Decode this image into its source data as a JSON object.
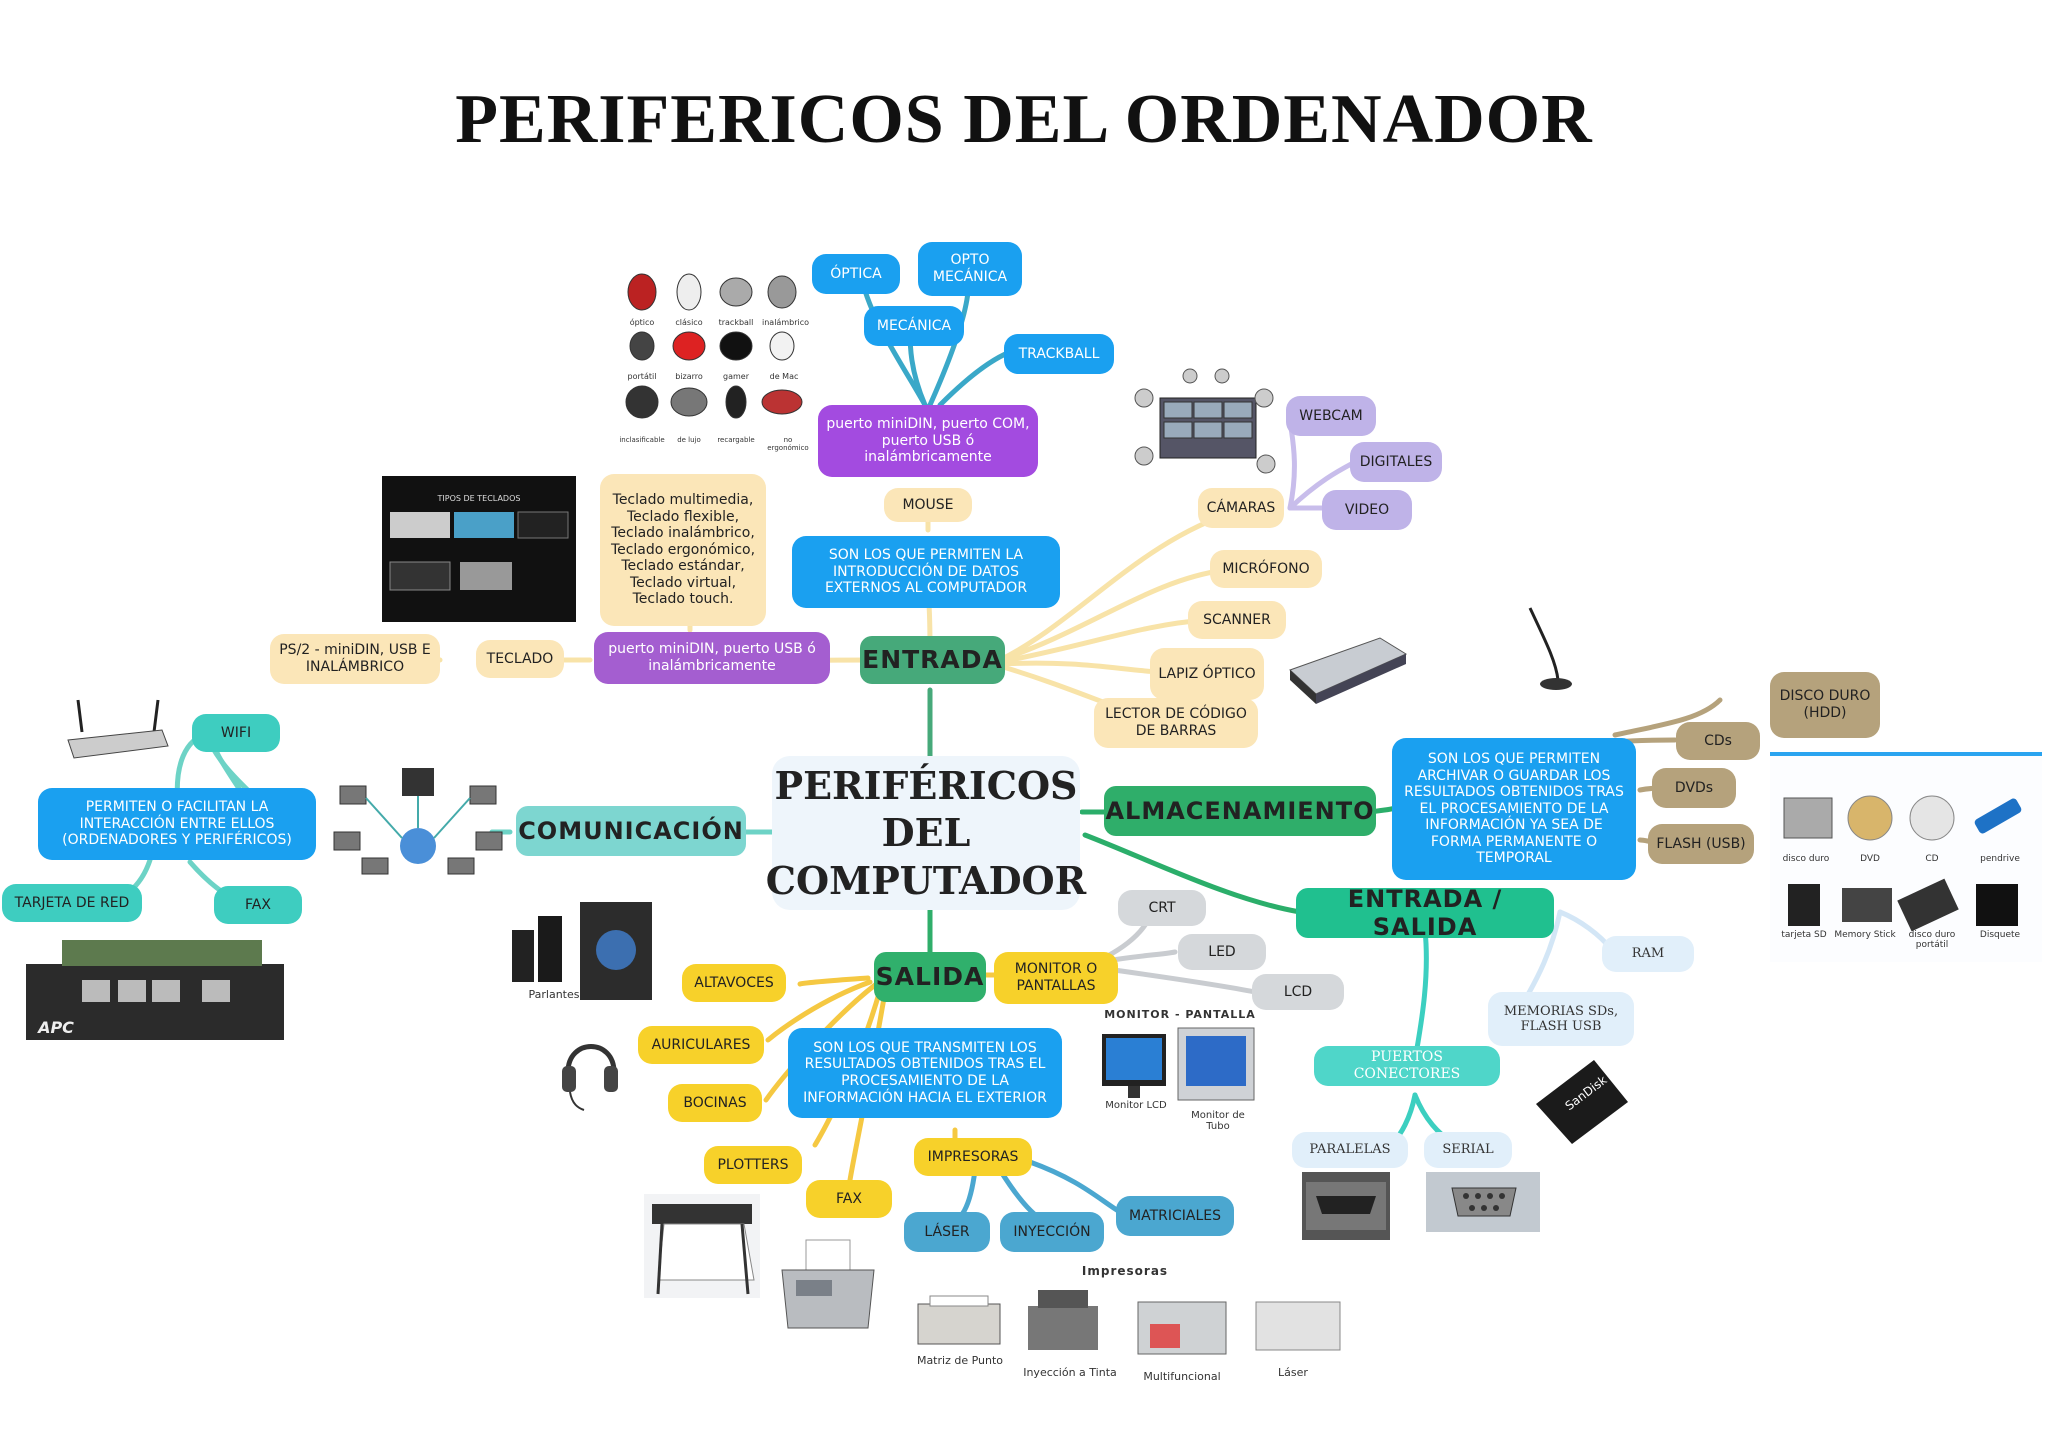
{
  "title": "PERIFERICOS DEL ORDENADOR",
  "center": {
    "line1": "PERIFÉRICOS",
    "line2": "DEL",
    "line3": "COMPUTADOR"
  },
  "entrada": {
    "label": "ENTRADA",
    "description": "SON LOS QUE PERMITEN LA INTRODUCCIÓN DE DATOS EXTERNOS AL COMPUTADOR",
    "mouse": {
      "label": "MOUSE",
      "ports": "puerto miniDIN, puerto COM, puerto USB ó inalámbricamente",
      "types": [
        "ÓPTICA",
        "OPTO MECÁNICA",
        "MECÁNICA",
        "TRACKBALL"
      ],
      "image_captions": [
        "óptico",
        "clásico",
        "trackball",
        "inalámbrico",
        "portátil",
        "bizarro",
        "gamer",
        "de Mac",
        "inclasificable",
        "de lujo",
        "recargable",
        "no ergonómico"
      ]
    },
    "teclado": {
      "label": "TECLADO",
      "ports": "puerto miniDIN, puerto USB ó inalámbricamente",
      "connection": "PS/2 - miniDIN, USB E INALÁMBRICO",
      "types": "Teclado multimedia, Teclado flexible, Teclado inalámbrico, Teclado ergonómico, Teclado estándar, Teclado virtual, Teclado touch.",
      "image_title": "TIPOS DE TECLADOS"
    },
    "camaras": {
      "label": "CÁMARAS",
      "types": [
        "WEBCAM",
        "DIGITALES",
        "VIDEO"
      ]
    },
    "others": [
      "MICRÓFONO",
      "SCANNER",
      "LAPIZ ÓPTICO",
      "LECTOR DE CÓDIGO DE BARRAS"
    ]
  },
  "almacenamiento": {
    "label": "ALMACENAMIENTO",
    "description": "SON LOS QUE PERMITEN ARCHIVAR O GUARDAR LOS RESULTADOS OBTENIDOS TRAS EL PROCESAMIENTO DE LA INFORMACIÓN YA SEA DE FORMA PERMANENTE O TEMPORAL",
    "items": [
      "DISCO DURO (HDD)",
      "CDs",
      "DVDs",
      "FLASH (USB)"
    ],
    "image_captions": [
      "disco duro",
      "DVD",
      "CD",
      "pendrive",
      "tarjeta SD",
      "Memory Stick",
      "disco duro portátil",
      "Disquete"
    ]
  },
  "entrada_salida": {
    "label": "ENTRADA / SALIDA",
    "items": [
      "RAM",
      "MEMORIAS SDs, FLASH USB"
    ],
    "puertos": {
      "label": "PUERTOS CONECTORES",
      "items": [
        "PARALELAS",
        "SERIAL"
      ]
    }
  },
  "comunicacion": {
    "label": "COMUNICACIÓN",
    "description": "PERMITEN O FACILITAN LA INTERACCIÓN ENTRE ELLOS (ORDENADORES Y PERIFÉRICOS)",
    "items": [
      "WIFI",
      "TARJETA DE RED",
      "FAX"
    ]
  },
  "salida": {
    "label": "SALIDA",
    "description": "SON LOS QUE TRANSMITEN LOS RESULTADOS OBTENIDOS TRAS EL PROCESAMIENTO DE LA INFORMACIÓN HACIA EL EXTERIOR",
    "items": [
      "ALTAVOCES",
      "AURICULARES",
      "BOCINAS",
      "PLOTTERS",
      "FAX"
    ],
    "monitor": {
      "label": "MONITOR O PANTALLAS",
      "types": [
        "CRT",
        "LED",
        "LCD"
      ]
    },
    "impresoras": {
      "label": "IMPRESORAS",
      "types": [
        "LÁSER",
        "INYECCIÓN",
        "MATRICIALES"
      ]
    }
  },
  "image_labels": {
    "parlantes": "Parlantes",
    "monitor_title": "MONITOR - PANTALLA",
    "monitor_lcd": "Monitor LCD",
    "monitor_tubo": "Monitor de Tubo",
    "impresoras_title": "Impresoras",
    "matriz": "Matriz de Punto",
    "inyeccion": "Inyección a Tinta",
    "multifuncional": "Multifuncional",
    "laser": "Láser",
    "apc": "APC",
    "sandisk": "SanDisk"
  },
  "colors": {
    "entrada_branch": "#f8e3a8",
    "salida_branch": "#f5c842",
    "comunicacion_branch": "#6dd3c6",
    "almacenamiento_branch": "#2bae6a",
    "entrada_salida_branch": "#3ccfc0",
    "mouse_branch": "#3aa8c8",
    "camaras_branch": "#c8bdeb",
    "monitor_branch": "#c9ccd0",
    "impresoras_branch": "#4ba7d0",
    "storage_items_branch": "#b5a27c"
  }
}
